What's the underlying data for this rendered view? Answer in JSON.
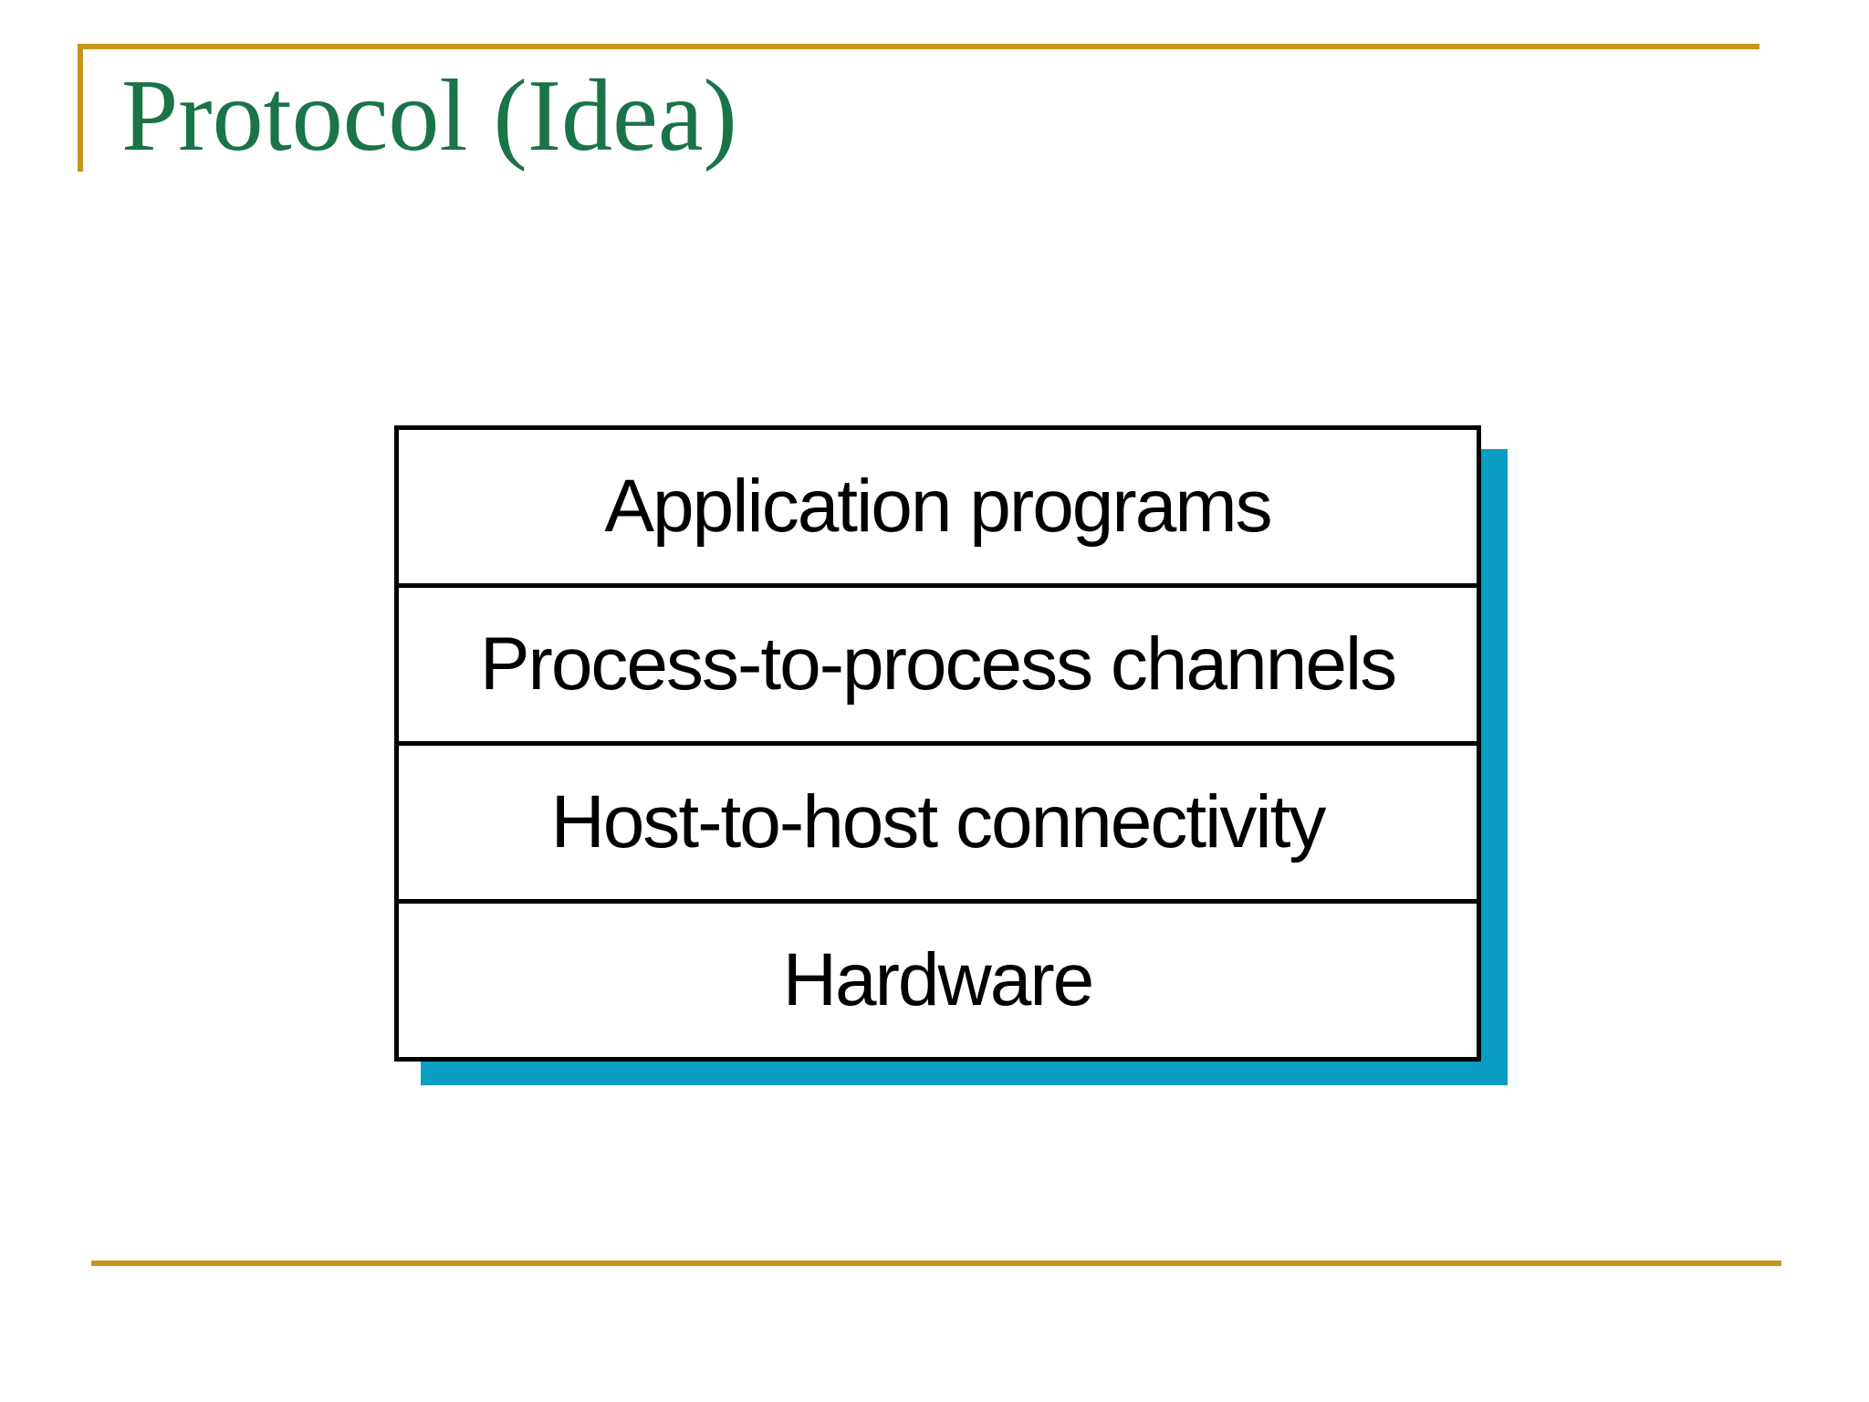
{
  "slide": {
    "title": "Protocol (Idea)",
    "diagram": {
      "layers": [
        "Application programs",
        "Process-to-process channels",
        "Host-to-host connectivity",
        "Hardware"
      ]
    },
    "colors": {
      "title_green": "#1A7349",
      "accent_gold": "#C4961C",
      "shadow_teal": "#0B9EC4",
      "box_border": "#000000",
      "layer_text": "#000000",
      "background": "#FFFFFF"
    }
  }
}
